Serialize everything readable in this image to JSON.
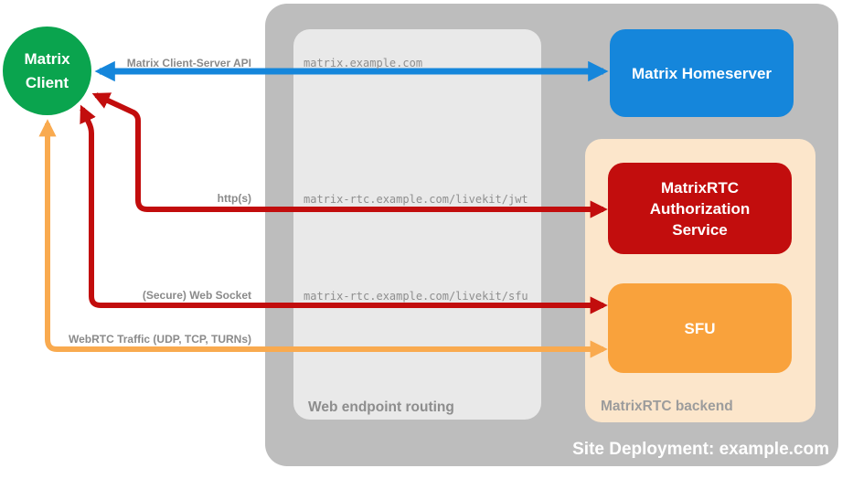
{
  "colors": {
    "canvas_bg": "#ffffff",
    "deployment_gray": "#bdbdbd",
    "routing_gray": "#e9e9e9",
    "backend_cream": "#fce6cb",
    "client_green": "#0aa44e",
    "homeserver_blue": "#1586db",
    "service_red": "#c20d0d",
    "sfu_orange": "#f9a23c",
    "arrow_orange": "#f9aa4f",
    "label_gray": "#8a8a8a",
    "mono_gray": "#8e8e8e",
    "caption_gray": "#8d8d8d",
    "backend_caption_gray": "#9c9c9c"
  },
  "client": {
    "label": "Matrix Client"
  },
  "deployment": {
    "caption": "Site Deployment: example.com",
    "homeserver": {
      "label": "Matrix Homeserver"
    },
    "routing": {
      "caption": "Web endpoint routing",
      "endpoints": [
        "matrix.example.com",
        "matrix-rtc.example.com/livekit/jwt",
        "matrix-rtc.example.com/livekit/sfu"
      ]
    },
    "backend": {
      "caption": "MatrixRTC backend",
      "auth_service": {
        "label": "MatrixRTC Authorization Service"
      },
      "sfu": {
        "label": "SFU"
      }
    }
  },
  "arrows": {
    "client_server_api": {
      "label": "Matrix Client-Server API"
    },
    "http": {
      "label": "http(s)"
    },
    "websocket": {
      "label": "(Secure) Web Socket"
    },
    "webrtc": {
      "label": "WebRTC Traffic (UDP, TCP, TURNs)"
    }
  }
}
